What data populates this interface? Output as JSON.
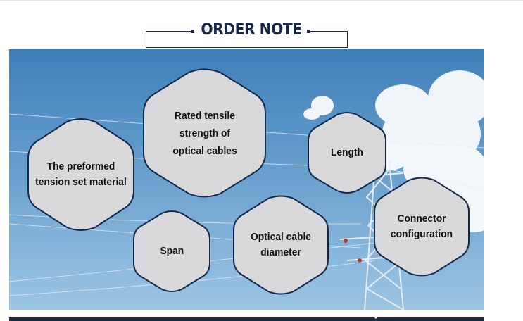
{
  "title": "ORDER NOTE",
  "hexagons": [
    {
      "id": "preformed",
      "label": "The preformed tension set material"
    },
    {
      "id": "rated",
      "label": "Rated tensile strength of optical cables"
    },
    {
      "id": "length",
      "label": "Length"
    },
    {
      "id": "span",
      "label": "Span"
    },
    {
      "id": "diameter",
      "label": "Optical cable diameter"
    },
    {
      "id": "connector",
      "label": "Connector configuration"
    }
  ],
  "colors": {
    "hex_fill": "#d9d9dc",
    "hex_border": "#15284a",
    "title": "#15284a",
    "sky": "#5c97c8"
  }
}
